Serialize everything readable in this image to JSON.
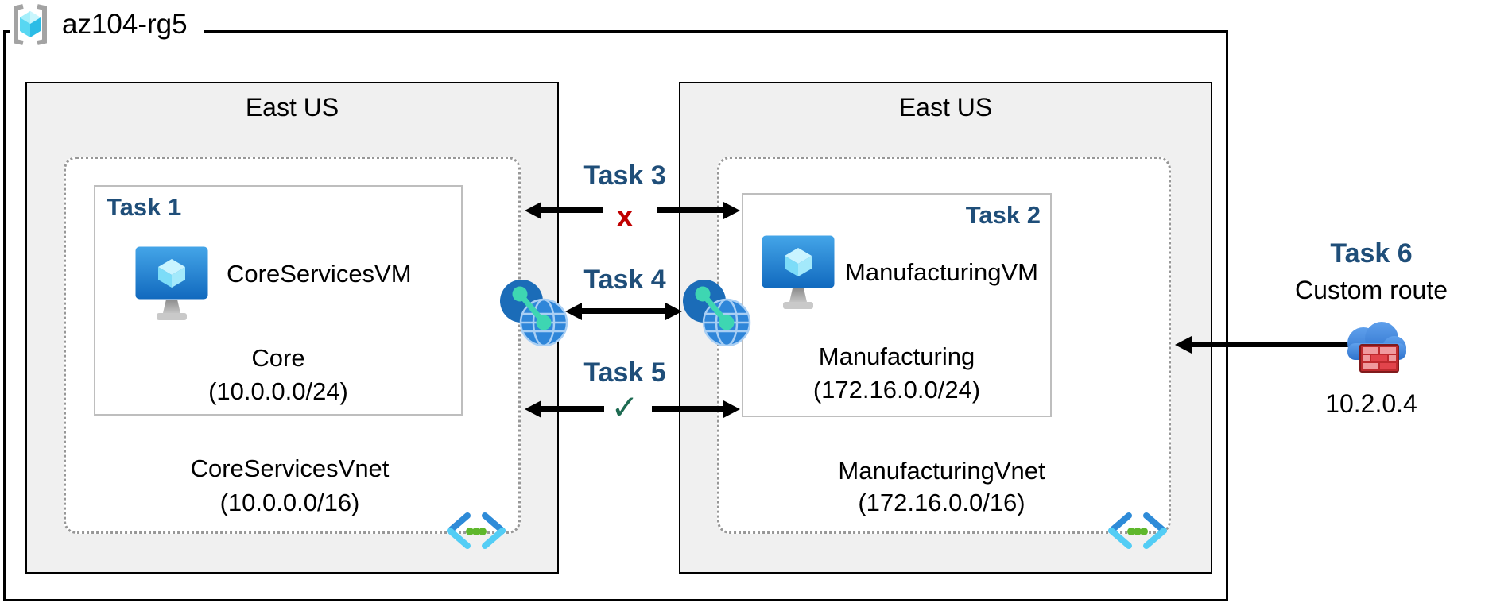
{
  "diagram": {
    "resource_group": "az104-rg5",
    "regions": [
      {
        "name": "East US"
      },
      {
        "name": "East US"
      }
    ],
    "vnets": [
      {
        "task_label": "Task 1",
        "vm_name": "CoreServicesVM",
        "subnet_name": "Core",
        "subnet_cidr": "(10.0.0.0/24)",
        "vnet_name": "CoreServicesVnet",
        "vnet_cidr": "(10.0.0.0/16)"
      },
      {
        "task_label": "Task 2",
        "vm_name": "ManufacturingVM",
        "subnet_name": "Manufacturing",
        "subnet_cidr": "(172.16.0.0/24)",
        "vnet_name": "ManufacturingVnet",
        "vnet_cidr": "(172.16.0.0/16)"
      }
    ],
    "connections": [
      {
        "label": "Task 3",
        "symbol": "x"
      },
      {
        "label": "Task 4",
        "symbol": ""
      },
      {
        "label": "Task 5",
        "symbol": "✓"
      }
    ],
    "custom_route": {
      "label": "Task 6",
      "sublabel": "Custom route",
      "ip": "10.2.0.4"
    },
    "colors": {
      "task_label": "#1F4E79",
      "blocked_x": "#C00000",
      "allowed_check": "#1E6B52",
      "region_fill": "#F0F0F0",
      "arrow": "#000000"
    },
    "icons": [
      "resource-group-icon",
      "virtual-machine-icon",
      "vnet-icon",
      "peering-icon",
      "firewall-cloud-icon"
    ]
  }
}
